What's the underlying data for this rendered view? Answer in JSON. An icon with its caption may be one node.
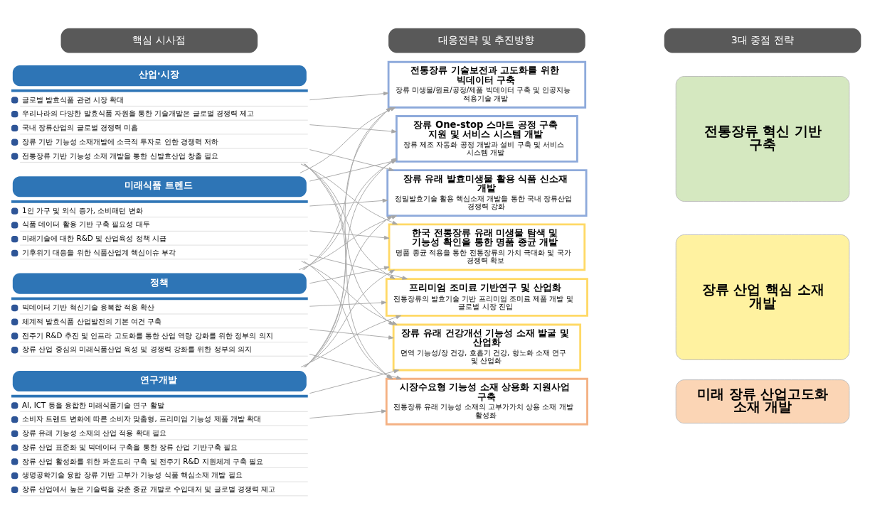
{
  "diagram": {
    "nodes": [
      {
        "text": [
          "핵심 시사점"
        ]
      },
      {
        "text": [
          "대응전략 및 추진방향"
        ]
      },
      {
        "text": [
          "3대 중점 전략"
        ]
      },
      {
        "text": [
          "산업·시장",
          "글로벌 발효식품 관련 시장 확대",
          "우리나라의 다양한 발효식품 자원을 통한 기술개발은 글로벌 경쟁력 제고",
          "국내 장류산업의 글로벌 경쟁력 미흡",
          "장류 기반 기능성 소재개발에 소극적 투자로 인한 경쟁력 저하",
          "전통장류 기반 기능성 소재 개발을 통한 신발효산업 창출 필요"
        ]
      },
      {
        "text": [
          "미래식품 트렌드",
          "1인 가구 및 외식 증가, 소비패턴 변화",
          "식품 데이터 활용 기반 구축 필요성 대두",
          "미래기술에 대한 R&D 및 산업육성 정책 시급",
          "기후위기 대응을 위한 식품산업계 핵심이슈 부각"
        ]
      },
      {
        "text": [
          "정책",
          "빅데이터 기반 혁신기술 융복합 적용 확산",
          "체계적 발효식품 산업발전의 기본 여건 구축",
          "전주기 R&D 추진 및 인프라 고도화를 통한 산업 역량 강화를 위한 정부의 의지",
          "장류 산업 중심의 미래식품산업 육성 및 경쟁력 강화를 위한 정부의 의지"
        ]
      },
      {
        "text": [
          "연구개발",
          "AI, ICT 등을 융합한 미래식품기술 연구 활발",
          "소비자 트렌드 변화에 따른 소비자 맞춤형, 프리미엄 기능성 제품 개발 확대",
          "장류 유래 기능성 소재의 산업 적용 확대 필요",
          "장류 산업 표준화 및 빅데이터 구축을 통한 장류 산업 기반구축 필요",
          "장류 산업 활성화를 위한 파운드리 구축 및 전주기 R&D 지원체계 구축 필요",
          "생명공학기술 융합 장류 기반 고부가 기능성 식품 핵심소재 개발 필요",
          "장류 산업에서 높은 기술력을 갖춘 종균 개발로 수입대처 및 글로벌 경쟁력 제고"
        ]
      },
      {
        "text": [
          "전통장류 기술보전과 고도화를 위한 빅데이터 구축",
          "장류 미생물/원료/공정/제품 빅데이터 구축 및 인공지능 적용기술 개발"
        ]
      },
      {
        "text": [
          "장류 One-stop 스마트 공정 구축 지원 및 서비스 시스템 개발",
          "장류 제조 자동화 공정 개발과 설비 구축 및 서비스 시스템 개발"
        ]
      },
      {
        "text": [
          "장류 유래 발효미생물 활용 식품 신소재 개발",
          "정밀발효기술 활용 핵심소재 개발을 통한 국내 장류산업 경쟁력 강화"
        ]
      },
      {
        "text": [
          "한국 전통장류 유래 미생물 탐색 및 기능성 확인을 통한 명품 종균 개발",
          "명품 종균 적용을 통한 전통장류의 가치 극대화 및 국가 경쟁력 확보"
        ]
      },
      {
        "text": [
          "프리미엄 조미료 기반연구 및 산업화",
          "전통장류의 발효기술 기반 프리미엄 조미료 제품 개발 및 글로벌 시장 진입"
        ]
      },
      {
        "text": [
          "장류 유래 건강개선 기능성 소재 발굴 및 산업화",
          "면역 기능성/장 건강, 호흡기 건강, 항노화 소재 연구 및 산업화"
        ]
      },
      {
        "text": [
          "시장수요형 기능성 소재 상용화 지원사업 구축",
          "전통장류 유래 기능성 소재의 고부가가치 상용 소재 개발 활성화"
        ]
      },
      {
        "text": [
          "전통장류 혁신 기반 구축"
        ]
      },
      {
        "text": [
          "장류 산업 핵심 소재 개발"
        ]
      },
      {
        "text": [
          "미래 장류 산업고도화 소재 개발"
        ]
      }
    ],
    "edges": [
      {
        "from": 3,
        "to": 7,
        "arrow": "to"
      },
      {
        "from": 3,
        "to": 8,
        "arrow": "to"
      },
      {
        "from": 3,
        "to": 9,
        "arrow": "to"
      },
      {
        "from": 3,
        "to": 10,
        "arrow": "to"
      },
      {
        "from": 3,
        "to": 11,
        "arrow": "to"
      },
      {
        "from": 3,
        "to": 12,
        "arrow": "to"
      },
      {
        "from": 3,
        "to": 13,
        "arrow": "to"
      },
      {
        "from": 4,
        "to": 7,
        "arrow": "to"
      },
      {
        "from": 4,
        "to": 8,
        "arrow": "to"
      },
      {
        "from": 4,
        "to": 9,
        "arrow": "to"
      },
      {
        "from": 4,
        "to": 10,
        "arrow": "to"
      },
      {
        "from": 4,
        "to": 11,
        "arrow": "to"
      },
      {
        "from": 4,
        "to": 12,
        "arrow": "to"
      },
      {
        "from": 4,
        "to": 13,
        "arrow": "to"
      },
      {
        "from": 5,
        "to": 7,
        "arrow": "to"
      },
      {
        "from": 5,
        "to": 8,
        "arrow": "to"
      },
      {
        "from": 5,
        "to": 9,
        "arrow": "to"
      },
      {
        "from": 5,
        "to": 10,
        "arrow": "to"
      },
      {
        "from": 5,
        "to": 11,
        "arrow": "to"
      },
      {
        "from": 5,
        "to": 12,
        "arrow": "to"
      },
      {
        "from": 5,
        "to": 13,
        "arrow": "to"
      },
      {
        "from": 6,
        "to": 7,
        "arrow": "to"
      },
      {
        "from": 6,
        "to": 8,
        "arrow": "to"
      },
      {
        "from": 6,
        "to": 9,
        "arrow": "to"
      },
      {
        "from": 6,
        "to": 10,
        "arrow": "to"
      },
      {
        "from": 6,
        "to": 11,
        "arrow": "to"
      },
      {
        "from": 6,
        "to": 12,
        "arrow": "to"
      },
      {
        "from": 6,
        "to": 13,
        "arrow": "to"
      }
    ]
  }
}
